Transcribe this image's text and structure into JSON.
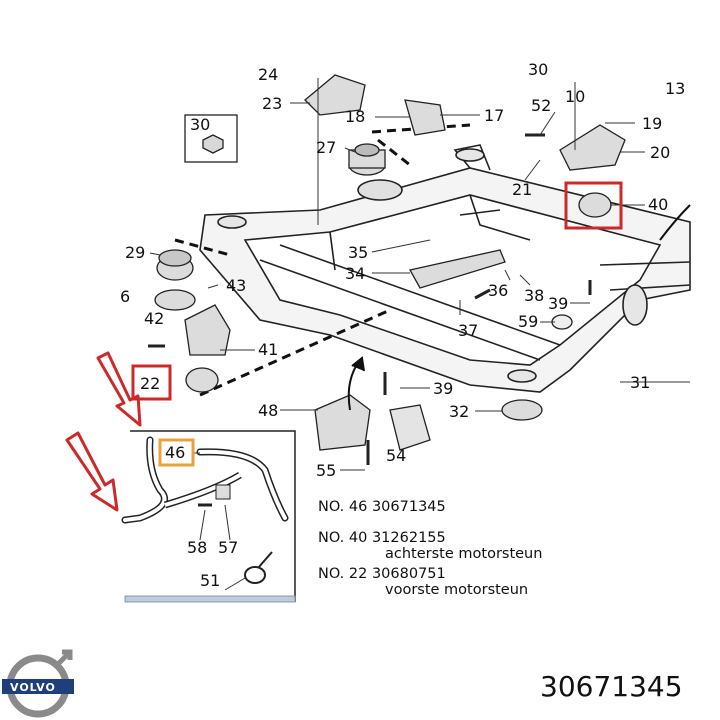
{
  "callouts": {
    "c24": "24",
    "c23": "23",
    "c30top": "30",
    "c10": "10",
    "c13": "13",
    "c30": "30",
    "c18": "18",
    "c17": "17",
    "c52": "52",
    "c19": "19",
    "c27": "27",
    "c20": "20",
    "c21": "21",
    "c40": "40",
    "c29": "29",
    "c35": "35",
    "c34": "34",
    "c36": "36",
    "c38": "38",
    "c39a": "39",
    "c6": "6",
    "c43": "43",
    "c42": "42",
    "c37": "37",
    "c59": "59",
    "c41": "41",
    "c22": "22",
    "c31": "31",
    "c39b": "39",
    "c48": "48",
    "c32": "32",
    "c46": "46",
    "c54": "54",
    "c55": "55",
    "c58": "58",
    "c57": "57",
    "c51": "51"
  },
  "notes": {
    "line1": "NO. 46 30671345",
    "line2": "NO. 40 31262155",
    "line3": "achterste motorsteun",
    "line4": "NO. 22 30680751",
    "line5": "voorste motorsteun"
  },
  "part_number": "30671345",
  "logo": {
    "brand": "VOLVO"
  },
  "colors": {
    "highlight": "#cc2a2a",
    "hose_box": "#e8a23a",
    "arrow": "#cc2a2a",
    "logo_blue": "#1f3f7a"
  }
}
